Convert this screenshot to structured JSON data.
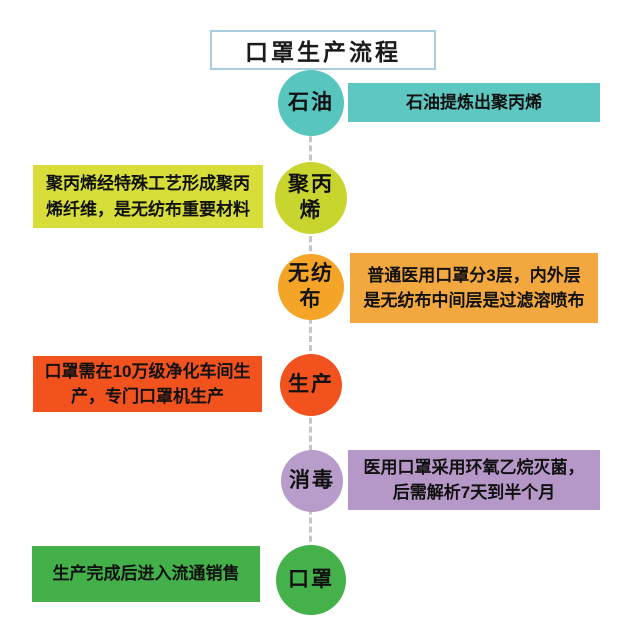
{
  "title": {
    "text": "口罩生产流程",
    "border_color": "#a9cce0"
  },
  "flow_line_color": "#c6c6c6",
  "steps": [
    {
      "name": "petroleum",
      "circle_label": "石油",
      "circle_color": "#58c5bf",
      "note_text": "石油提炼出聚丙烯",
      "note_color": "#5ec7c1",
      "note_side": "right"
    },
    {
      "name": "polypropylene",
      "circle_label": "聚丙烯",
      "circle_color": "#c9d52f",
      "note_text": "聚丙烯经特殊工艺形成聚丙烯纤维，是无纺布重要材料",
      "note_color": "#d7de3a",
      "note_side": "left"
    },
    {
      "name": "nonwoven-fabric",
      "circle_label": "无纺布",
      "circle_color": "#f4a427",
      "note_text": "普通医用口罩分3层，内外层是无纺布中间层是过滤溶喷布",
      "note_color": "#f2a73f",
      "note_side": "right"
    },
    {
      "name": "production",
      "circle_label": "生产",
      "circle_color": "#f1521e",
      "note_text": "口罩需在10万级净化车间生产，专门口罩机生产",
      "note_color": "#f1521e",
      "note_side": "left"
    },
    {
      "name": "disinfection",
      "circle_label": "消毒",
      "circle_color": "#b89cca",
      "note_text": "医用口罩采用环氧乙烷灭菌，后需解析7天到半个月",
      "note_color": "#b598c7",
      "note_side": "right"
    },
    {
      "name": "mask",
      "circle_label": "口罩",
      "circle_color": "#45b14a",
      "note_text": "生产完成后进入流通销售",
      "note_color": "#44b049",
      "note_side": "left"
    }
  ]
}
